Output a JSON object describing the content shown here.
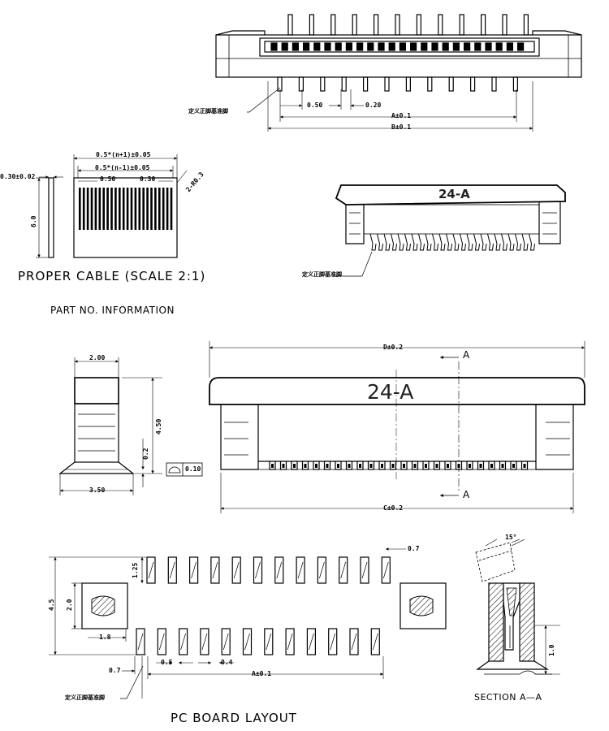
{
  "top_view": {
    "dim_pitch": "0.50",
    "dim_pin_width": "0.20",
    "dim_a": "A±0.1",
    "dim_b": "B±0.1",
    "ref_pin_label": "定义正脚基准脚"
  },
  "cable": {
    "dim_overall": "0.5*(n+1)±0.05",
    "dim_pitch_total": "0.5*(n-1)±0.05",
    "dim_pitch": "0.50",
    "dim_finger": "0.30",
    "dim_chamfer": "2-R0.3",
    "dim_thickness": "0.30±0.02",
    "dim_length": "6.0",
    "caption": "PROPER CABLE (SCALE 2:1)"
  },
  "part_no_caption": "PART NO. INFORMATION",
  "iso_view": {
    "marking": "24-A",
    "ref_pin_label": "定义正脚基准脚"
  },
  "side_view": {
    "dim_top": "2.00",
    "dim_height": "4.50",
    "dim_standoff": "0.2",
    "dim_flatness": "0.10",
    "dim_base": "3.50"
  },
  "front_view": {
    "dim_d": "D±0.2",
    "dim_c": "C±0.2",
    "marking": "24-A",
    "section_mark": "A"
  },
  "pcb_layout": {
    "dim_pad_len": "1.25",
    "dim_pad_w": "0.7",
    "dim_total_h": "4.5",
    "dim_lock_h": "2.0",
    "dim_lock_w": "1.8",
    "dim_edge": "0.7",
    "dim_pitch": "0.5",
    "dim_gap": "0.4",
    "dim_a": "A±0.1",
    "ref_pin_label": "定义正脚基准脚",
    "caption": "PC BOARD LAYOUT"
  },
  "section": {
    "dim_angle": "15°",
    "dim_height": "1.0",
    "caption": "SECTION A—A"
  }
}
